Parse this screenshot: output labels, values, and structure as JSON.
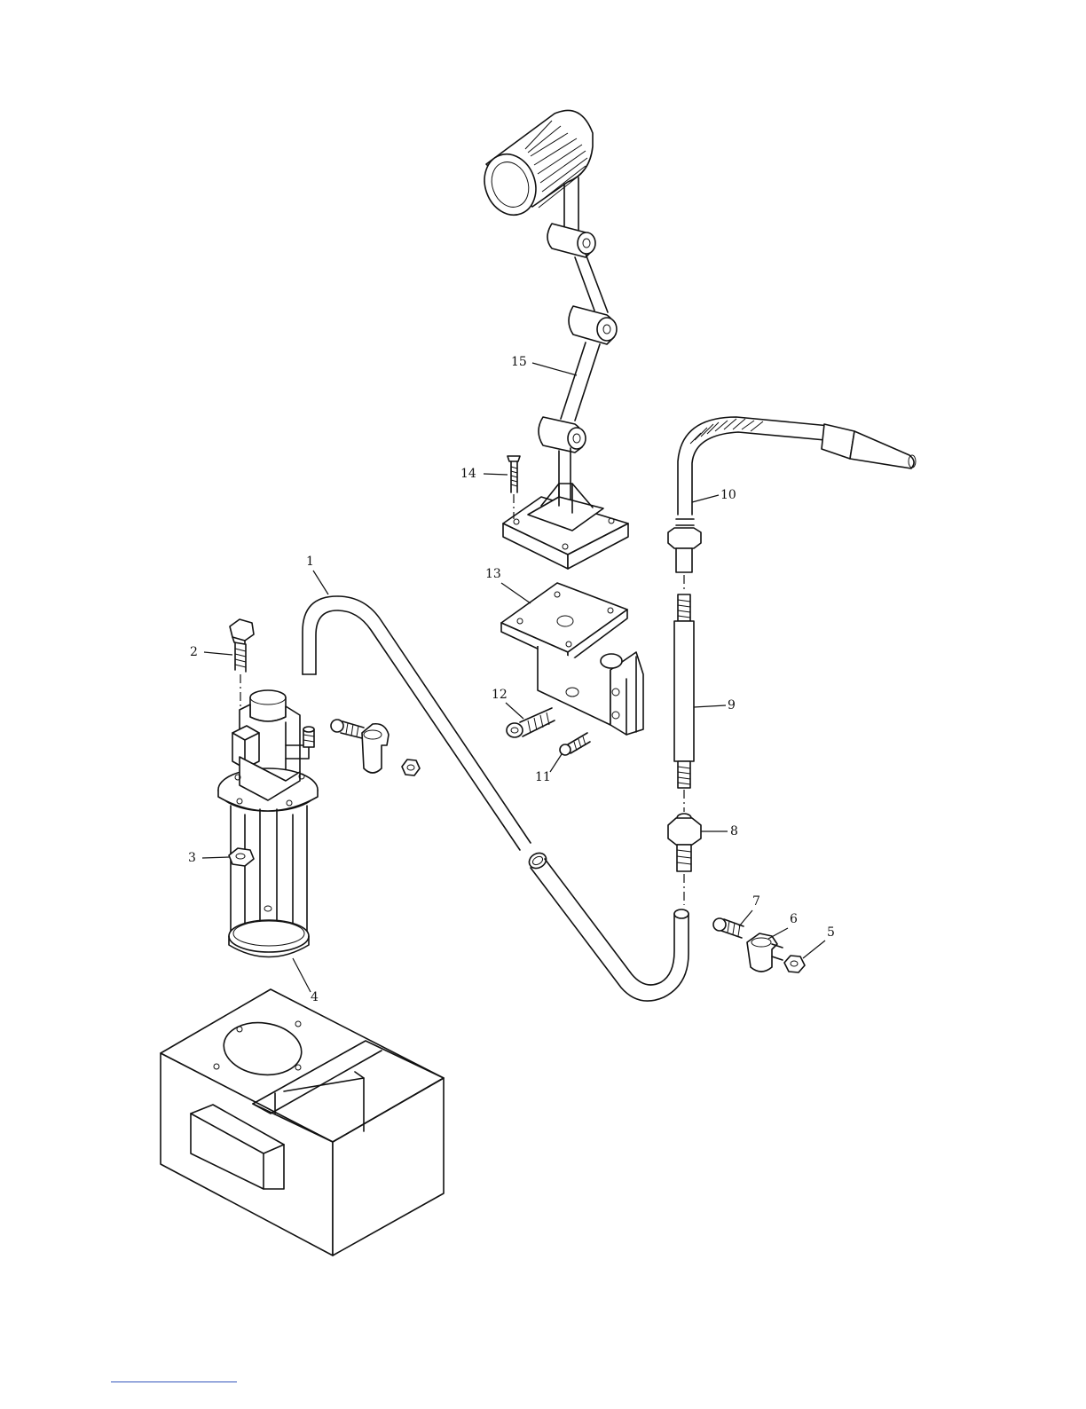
{
  "labels": {
    "p1": "1",
    "p2": "2",
    "p3": "3",
    "p4": "4",
    "p5": "5",
    "p6": "6",
    "p7": "7",
    "p8": "8",
    "p9": "9",
    "p10": "10",
    "p11": "11",
    "p12": "12",
    "p13": "13",
    "p14": "14",
    "p15": "15"
  },
  "colors": {
    "line": "#111111",
    "background": "#ffffff",
    "footer_rule": "#3355bb"
  }
}
